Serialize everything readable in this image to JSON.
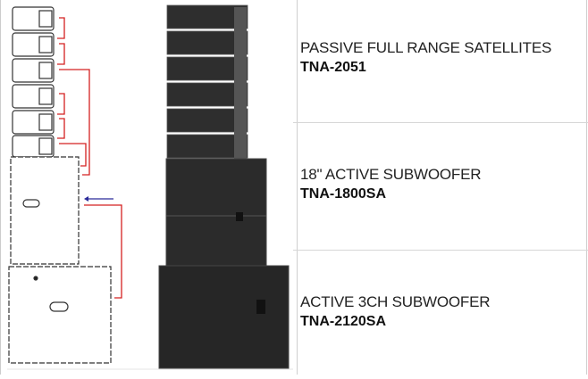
{
  "products": [
    {
      "label": "PASSIVE FULL RANGE SATELLITES",
      "model": "TNA-2051"
    },
    {
      "label": "18\" ACTIVE SUBWOOFER",
      "model": "TNA-1800SA"
    },
    {
      "label": "ACTIVE 3CH SUBWOOFER",
      "model": "TNA-2120SA"
    }
  ],
  "colors": {
    "wiring": "#d42020",
    "input_arrow": "#2a2a9a",
    "cabinet": "#2b2b2b"
  }
}
